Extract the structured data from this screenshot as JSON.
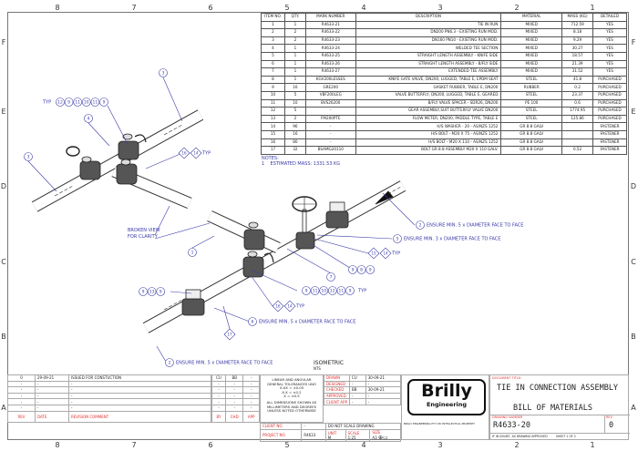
{
  "zones": {
    "columns": [
      "8",
      "7",
      "6",
      "5",
      "4",
      "3",
      "2",
      "1"
    ],
    "rows": [
      "F",
      "E",
      "D",
      "C",
      "B",
      "A"
    ]
  },
  "bom": {
    "headers": [
      "ITEM NO.",
      "QTY.",
      "MARK NUMBER",
      "DESCRIPTION",
      "MATERIAL",
      "MASS (KG)",
      "DETAILED"
    ],
    "rows": [
      [
        "1",
        "1",
        "R4633-21",
        "TIE IN RUN",
        "MIXED",
        "712.59",
        "YES"
      ],
      [
        "2",
        "2",
        "R4633-22",
        "DN200 PN6.3 - EXISTING RUN MOD.",
        "MIXED",
        "8.18",
        "YES"
      ],
      [
        "3",
        "2",
        "R4633-23",
        "DN160 PN10 - EXISTING RUN MOD.",
        "MIXED",
        "9.29",
        "YES"
      ],
      [
        "4",
        "1",
        "R4633-24",
        "WELDED TEE SECTION",
        "MIXED",
        "30.27",
        "YES"
      ],
      [
        "5",
        "1",
        "R4633-25",
        "STRAIGHT LENGTH ASSEMBLY - KNIFE SIDE",
        "MIXED",
        "18.57",
        "YES"
      ],
      [
        "6",
        "1",
        "R4633-26",
        "STRAIGHT LENGTH ASSEMBLY - B/FLY SIDE",
        "MIXED",
        "21.39",
        "YES"
      ],
      [
        "7",
        "1",
        "R4633-27",
        "EXTENDED TEE ASSEMBLY",
        "MIXED",
        "31.52",
        "YES"
      ],
      [
        "8",
        "1",
        "KGV200LESSES",
        "KNIFE GATE VALVE, DN200, LUGGED, TABLE E, EPDM SEAT",
        "STEEL",
        "41.8",
        "PURCHASED"
      ],
      [
        "9",
        "16",
        "GRE200",
        "GASKET RUBBER, TABLE E, DN200",
        "RUBBER",
        "0.2",
        "PURCHASED"
      ],
      [
        "10",
        "5",
        "VBF200LEG",
        "VALVE BUTTERFLY, DN200, LUGGED, TABLE E, GEARED",
        "STEEL",
        "23.37",
        "PURCHASED"
      ],
      [
        "11",
        "10",
        "BVS26200",
        "B/FLY VALVE SPACER - SDR26, DN200",
        "PE 100",
        "0.6",
        "PURCHASED"
      ],
      [
        "12",
        "5",
        "-",
        "GEAR ASSEMBLY,SUIT BUTTERFLY VALVE DN200",
        "STEEL",
        "1774.95",
        "PURCHASED"
      ],
      [
        "13",
        "2",
        "FM200PTE",
        "FLOW METER, DN200, PADDLE TYPE, TABLE E",
        "STEEL",
        "125.86",
        "PURCHASED"
      ],
      [
        "14",
        "96",
        "-",
        "H/S WASHER - 20 - AS/NZS 1252",
        "GR 8.8 GALV",
        "",
        "FASTENER"
      ],
      [
        "15",
        "16",
        "-",
        "H/S BOLT - M20 X 75 - AS/NZS 1252",
        "GR 8.8 GALV",
        "",
        "FASTENER"
      ],
      [
        "16",
        "80",
        "-",
        "H/S BOLT - M20 X 110 - AS/NZS 1252",
        "GR 8.8 GALV",
        "",
        "FASTENER"
      ],
      [
        "17",
        "32",
        "BSAMG20110",
        "BOLT GR 8.8 ASSEMBLY M20 X 110 GALV.",
        "GR 8.8 GALV",
        "0.52",
        "FASTENER"
      ]
    ]
  },
  "notes": {
    "title": "NOTES:",
    "items": [
      {
        "num": "1",
        "text": "ESTIMATED MASS: 1331.53 KG"
      }
    ]
  },
  "callouts": {
    "b3a": "3",
    "b3b": "3",
    "b4": "4",
    "b1": "1",
    "b7": "7",
    "typ": "TYP",
    "row_top": [
      "12",
      "9",
      "11",
      "10",
      "11",
      "9"
    ],
    "d_top": [
      "16",
      "14"
    ],
    "broken1": "BROKEN VIEW",
    "broken2": "FOR CLARITY",
    "b2a": "2",
    "b5": "5",
    "b6": "6",
    "b2b": "2",
    "ensure5": "ENSURE MIN. 5 x DIAMETER FACE TO FACE",
    "ensure3": "ENSURE MIN. 3 x DIAMETER FACE TO FACE",
    "d_mid": [
      "15",
      "14"
    ],
    "row_989": [
      "9",
      "8",
      "9"
    ],
    "row_9139": [
      "9",
      "13",
      "9"
    ],
    "row_low": [
      "9",
      "11",
      "10",
      "12",
      "11",
      "9"
    ],
    "d_low": [
      "16",
      "14"
    ],
    "d17": "17",
    "view": "ISOMETRIC",
    "scale_note": "NTS"
  },
  "colors": {
    "callout": "#3a3aa8",
    "label_red": "#e03030"
  },
  "revisions": {
    "rows": [
      [
        "0",
        "29-09-21",
        "ISSUED FOR CONSTUCTION",
        "CU",
        "BB",
        "-"
      ],
      [
        "-",
        "-",
        "-",
        "-",
        "-",
        "-"
      ],
      [
        "-",
        "-",
        "-",
        "-",
        "-",
        "-"
      ],
      [
        "-",
        "-",
        "-",
        "-",
        "-",
        "-"
      ],
      [
        "-",
        "-",
        "-",
        "-",
        "-",
        "-"
      ],
      [
        "-",
        "-",
        "-",
        "-",
        "-",
        "-"
      ]
    ],
    "headers": [
      "REV",
      "DATE",
      "REVISION COMMENT",
      "BY",
      "CHD",
      "APP"
    ]
  },
  "tolerances": [
    "LINEAR AND ANGULAR",
    "GENERAL TOLERANCES UNO",
    "X.XX = ±0.05",
    "X.X = ±0.2",
    "X = ±0.5",
    "ALL DIMENSIONS SHOWN AS",
    "MILLIMETERS AND DEGREES",
    "UNLESS NOTED OTHERWISE"
  ],
  "client_no": {
    "label": "CLIENT NO.",
    "value": "-"
  },
  "project_no": {
    "label": "PROJECT NO.",
    "value": "R4633"
  },
  "approvals": [
    {
      "label": "DRAWN",
      "who": "CU",
      "date": "30-09-21"
    },
    {
      "label": "DESIGNED",
      "who": "-",
      "date": "-"
    },
    {
      "label": "CHECKED",
      "who": "BB",
      "date": "30-09-21"
    },
    {
      "label": "APPROVED",
      "who": "-",
      "date": "-"
    },
    {
      "label": "CLIENT APP",
      "who": "-",
      "date": "-"
    }
  ],
  "do_not_scale": "DO NOT SCALE DRAWING",
  "unit": {
    "label": "UNIT",
    "value": "M"
  },
  "scale": {
    "label": "SCALE",
    "value": "1:25"
  },
  "size": {
    "label": "SIZE",
    "value": "A3"
  },
  "logo": {
    "word": "Brilly",
    "sub": "Engineering",
    "ip": "BRILLY ENGINEERING PTY LTD INTELLECTUAL PROPERTY"
  },
  "title": {
    "label": "DOCUMENT TITLE:",
    "line1": "TIE IN CONNECTION ASSEMBLY",
    "line2": "BILL OF MATERIALS"
  },
  "drawing_number": {
    "label": "DRAWING NUMBER",
    "value": "R4633-20"
  },
  "rev": {
    "label": "REV",
    "value": "0"
  },
  "footer": {
    "doubt": "IF IN DOUBT, AS DRAWING APPROVED",
    "sheet": "SHEET 1 OF 2"
  }
}
